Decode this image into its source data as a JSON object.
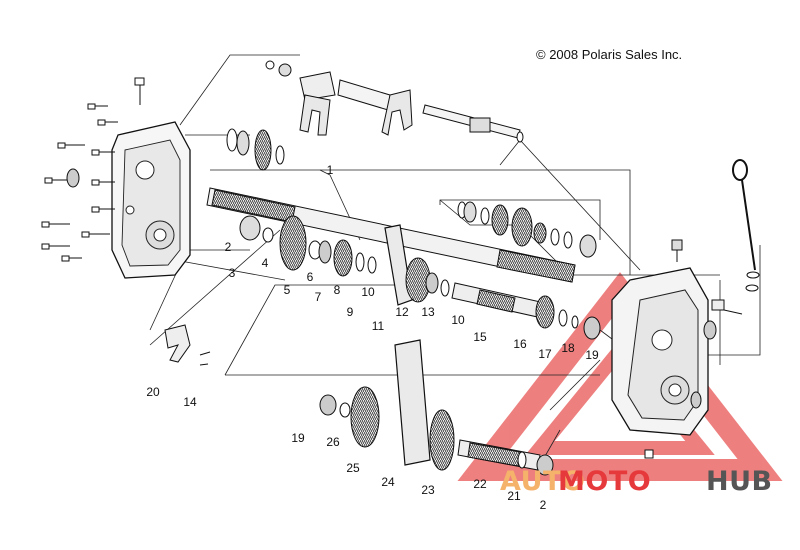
{
  "copyright": "© 2008 Polaris Sales Inc.",
  "callouts": [
    "1",
    "2",
    "3",
    "4",
    "5",
    "6",
    "7",
    "8",
    "9",
    "10",
    "11",
    "12",
    "13",
    "10",
    "15",
    "16",
    "17",
    "18",
    "19",
    "20",
    "14",
    "19",
    "26",
    "25",
    "24",
    "23",
    "22",
    "21",
    "2"
  ],
  "watermark": {
    "part1": "AUTO",
    "part2": "MOTO",
    "part3": "HUB",
    "colors": [
      "#f5b26a",
      "#e6393c",
      "#555555"
    ]
  }
}
